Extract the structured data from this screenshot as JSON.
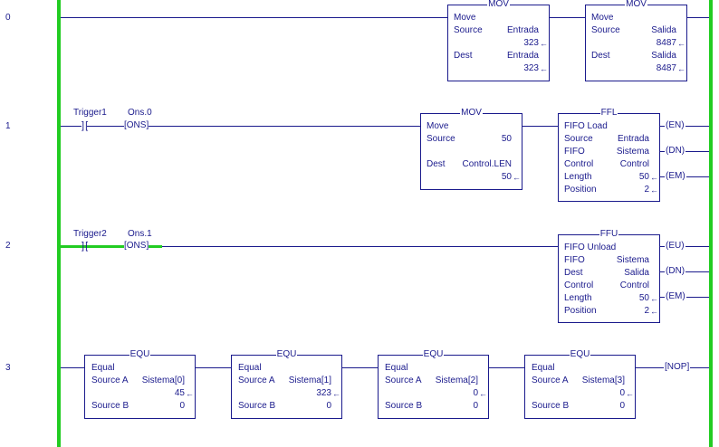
{
  "rungs": [
    {
      "number": "0"
    },
    {
      "number": "1"
    },
    {
      "number": "2"
    },
    {
      "number": "3"
    }
  ],
  "rung0": {
    "mov1": {
      "title": "MOV",
      "name": "Move",
      "source_label": "Source",
      "source_tag": "Entrada",
      "source_value": "323",
      "dest_label": "Dest",
      "dest_tag": "Entrada",
      "dest_value": "323"
    },
    "mov2": {
      "title": "MOV",
      "name": "Move",
      "source_label": "Source",
      "source_tag": "Salida",
      "source_value": "8487",
      "dest_label": "Dest",
      "dest_tag": "Salida",
      "dest_value": "8487"
    }
  },
  "rung1": {
    "xic_tag": "Trigger1",
    "ons_tag": "Ons.0",
    "ons_label": "ONS",
    "mov": {
      "title": "MOV",
      "name": "Move",
      "source_label": "Source",
      "source_value": "50",
      "dest_label": "Dest",
      "dest_tag": "Control.LEN",
      "dest_value": "50"
    },
    "ffl": {
      "title": "FFL",
      "name": "FIFO Load",
      "source_label": "Source",
      "source_tag": "Entrada",
      "fifo_label": "FIFO",
      "fifo_tag": "Sistema",
      "control_label": "Control",
      "control_tag": "Control",
      "length_label": "Length",
      "length_value": "50",
      "position_label": "Position",
      "position_value": "2"
    },
    "outputs": [
      "EN",
      "DN",
      "EM"
    ]
  },
  "rung2": {
    "xic_tag": "Trigger2",
    "ons_tag": "Ons.1",
    "ons_label": "ONS",
    "ffu": {
      "title": "FFU",
      "name": "FIFO Unload",
      "fifo_label": "FIFO",
      "fifo_tag": "Sistema",
      "dest_label": "Dest",
      "dest_tag": "Salida",
      "control_label": "Control",
      "control_tag": "Control",
      "length_label": "Length",
      "length_value": "50",
      "position_label": "Position",
      "position_value": "2"
    },
    "outputs": [
      "EU",
      "DN",
      "EM"
    ]
  },
  "rung3": {
    "equ": [
      {
        "title": "EQU",
        "name": "Equal",
        "a_label": "Source A",
        "a_tag": "Sistema[0]",
        "a_value": "45",
        "b_label": "Source B",
        "b_value": "0"
      },
      {
        "title": "EQU",
        "name": "Equal",
        "a_label": "Source A",
        "a_tag": "Sistema[1]",
        "a_value": "323",
        "b_label": "Source B",
        "b_value": "0"
      },
      {
        "title": "EQU",
        "name": "Equal",
        "a_label": "Source A",
        "a_tag": "Sistema[2]",
        "a_value": "0",
        "b_label": "Source B",
        "b_value": "0"
      },
      {
        "title": "EQU",
        "name": "Equal",
        "a_label": "Source A",
        "a_tag": "Sistema[3]",
        "a_value": "0",
        "b_label": "Source B",
        "b_value": "0"
      }
    ],
    "output": "NOP"
  },
  "arrow_glyph": "←",
  "colors": {
    "rail": "#22cc22",
    "wire": "#1a1a8c",
    "energized": "#22cc22"
  }
}
